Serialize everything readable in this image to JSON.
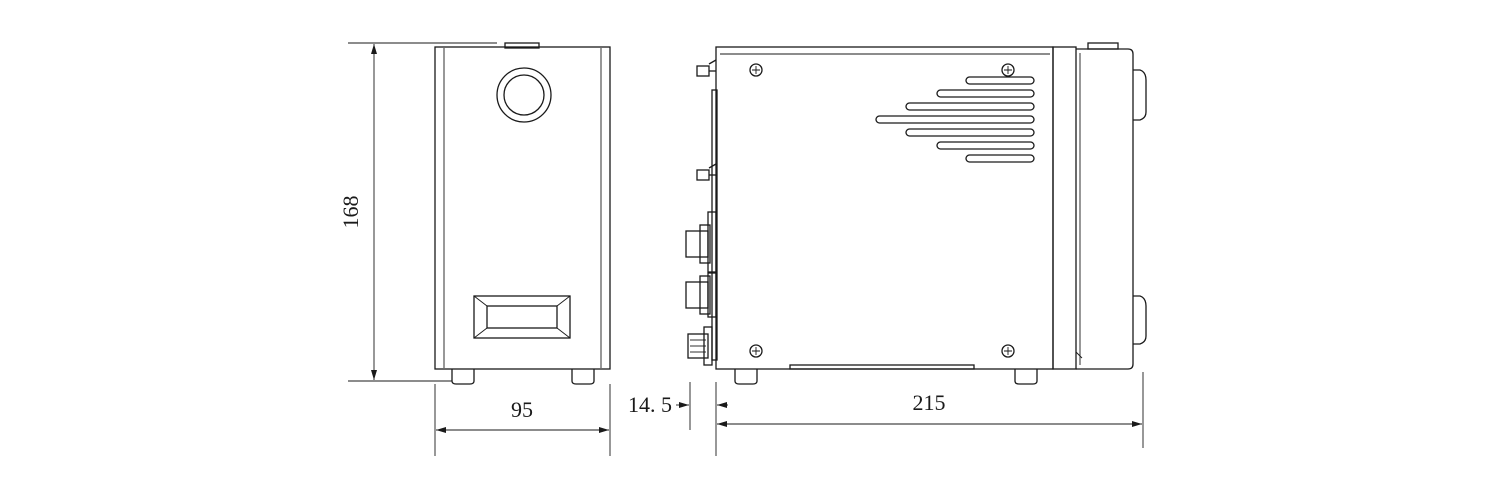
{
  "dimensions": {
    "height": "168",
    "front_width": "95",
    "offset": "14. 5",
    "side_depth": "215"
  },
  "line_color": "#1a1a1a",
  "background": "#ffffff"
}
